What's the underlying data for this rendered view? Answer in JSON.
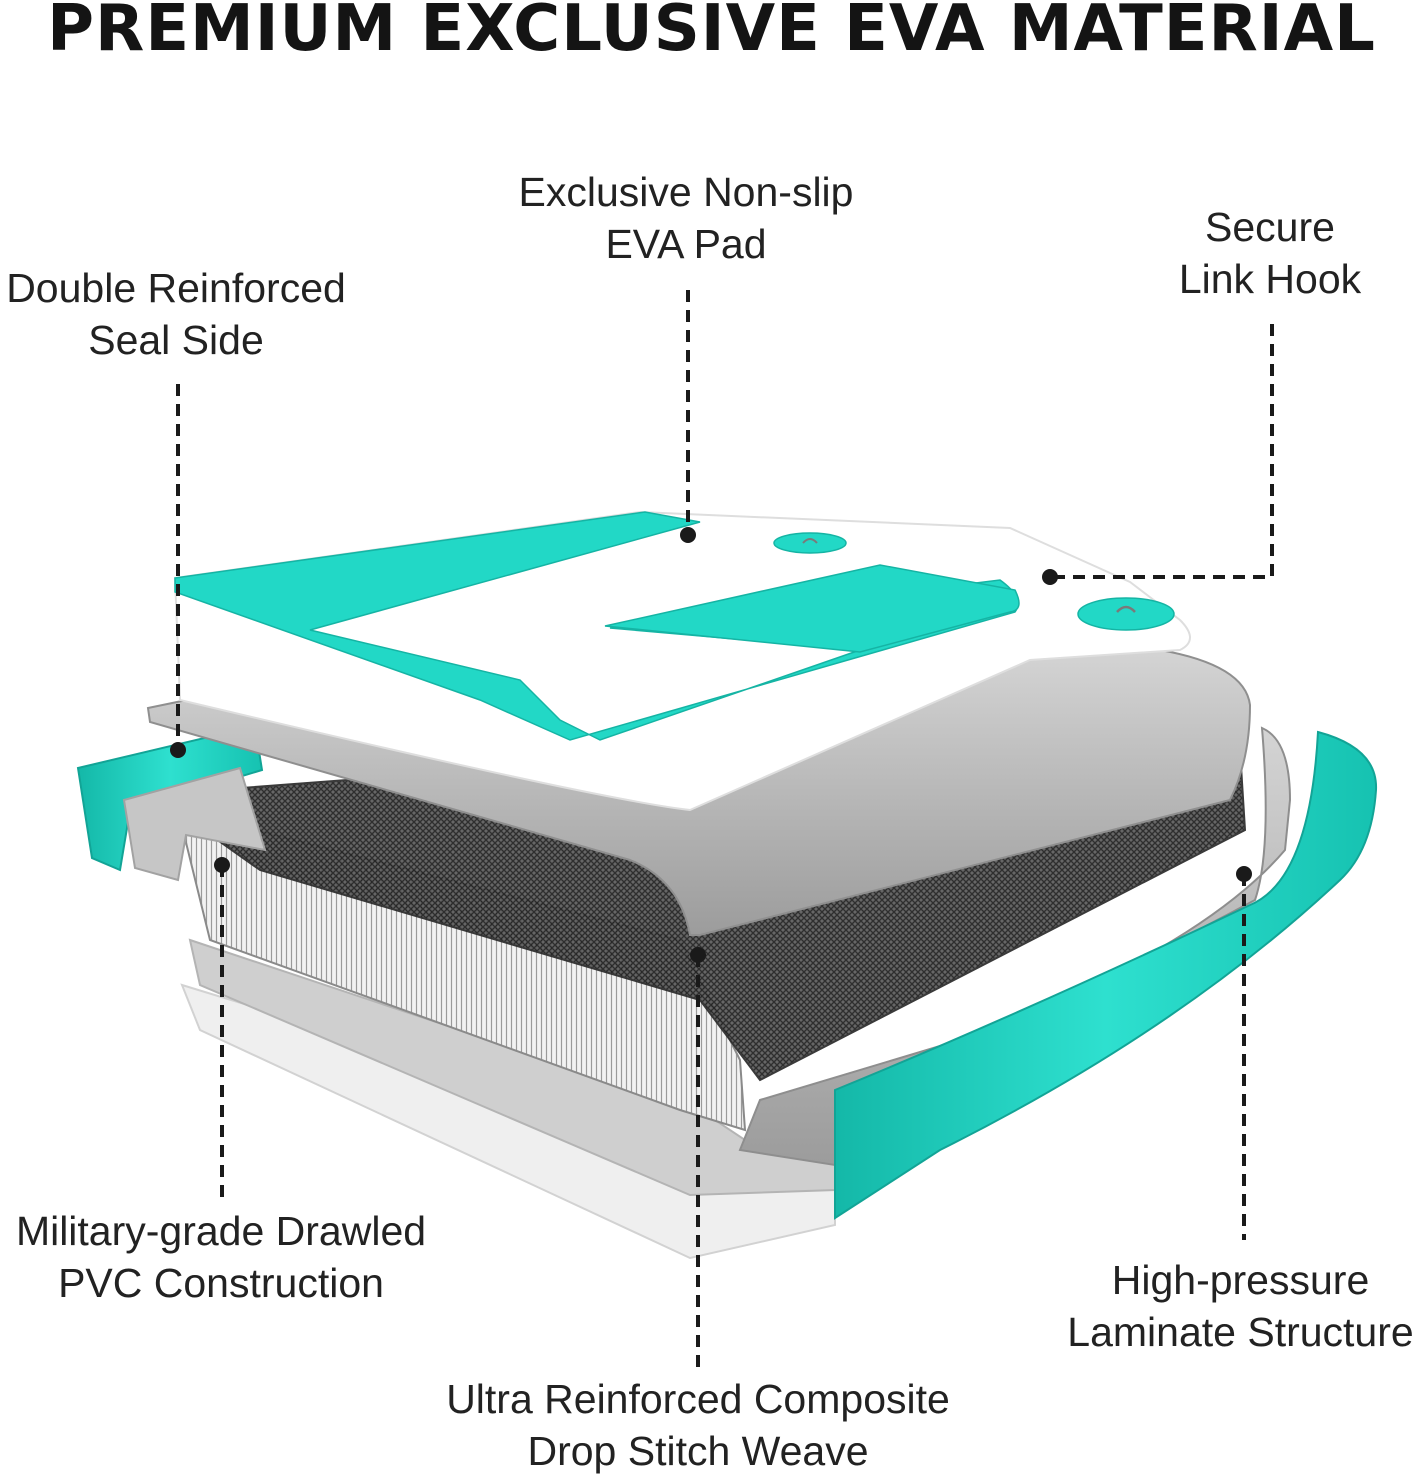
{
  "title": "PREMIUM EXCLUSIVE EVA MATERIAL",
  "colors": {
    "teal": "#1fd6c4",
    "teal_dark": "#16b9a9",
    "gray_layer": "#bdbdbd",
    "mesh": "#3a3a3a",
    "text": "#222222"
  },
  "labels": {
    "eva_pad": {
      "line1": "Exclusive Non-slip",
      "line2": "EVA Pad"
    },
    "link_hook": {
      "line1": "Secure",
      "line2": "Link Hook"
    },
    "seal_side": {
      "line1": "Double Reinforced",
      "line2": "Seal Side"
    },
    "pvc": {
      "line1": "Military-grade Drawled",
      "line2": "PVC Construction"
    },
    "laminate": {
      "line1": "High-pressure",
      "line2": "Laminate Structure"
    },
    "weave": {
      "line1": "Ultra Reinforced Composite",
      "line2": "Drop Stitch Weave"
    }
  }
}
